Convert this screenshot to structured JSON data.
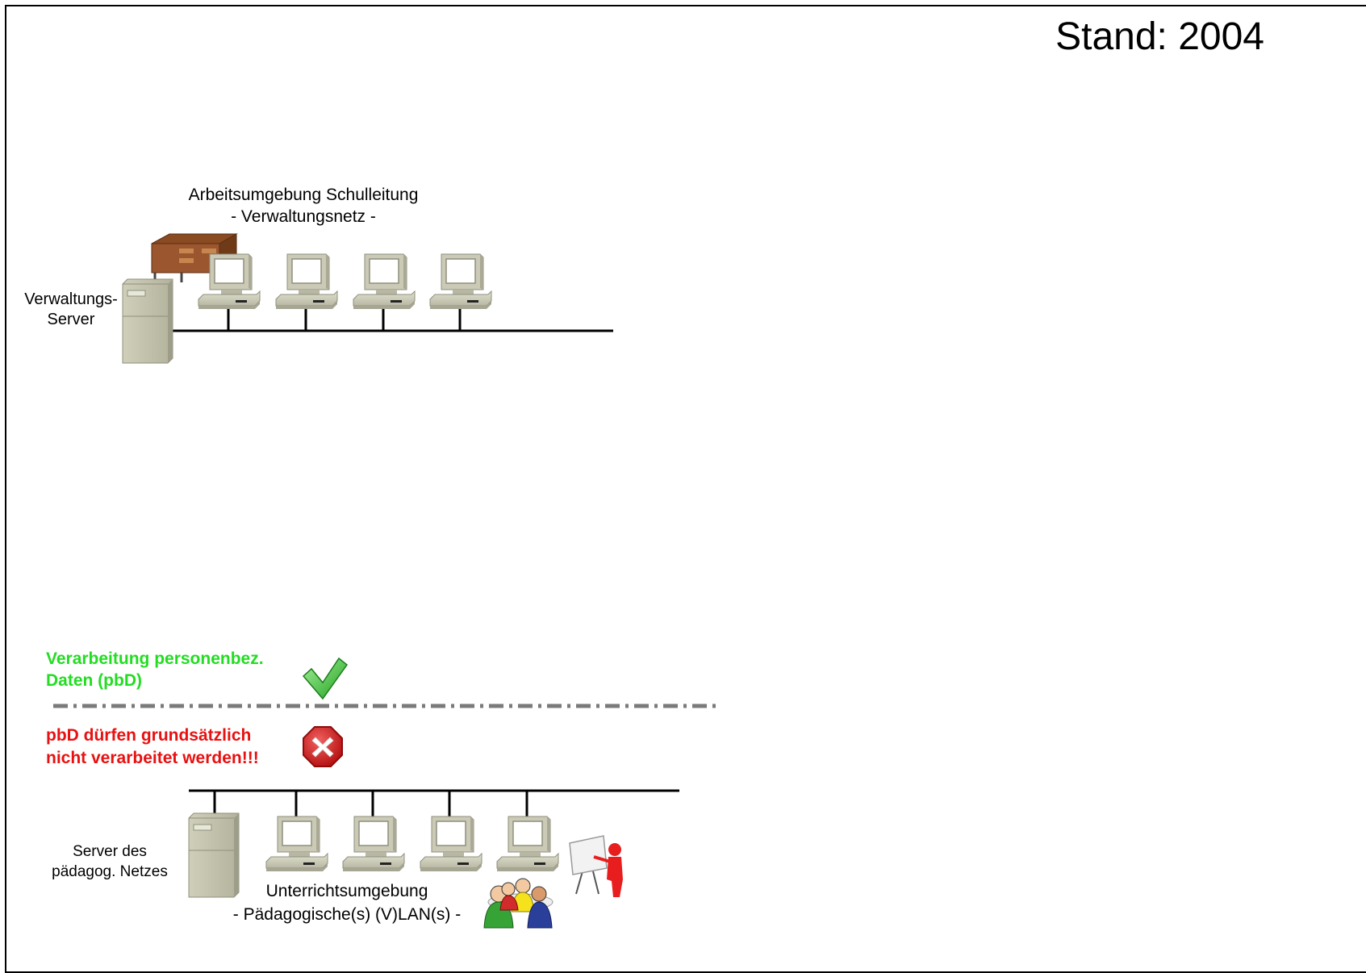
{
  "stand": "Stand: 2004",
  "admin_network": {
    "title": "Arbeitsumgebung Schulleitung",
    "subtitle": "- Verwaltungsnetz -",
    "server_label_line1": "Verwaltungs-",
    "server_label_line2": "Server"
  },
  "allowed": {
    "line1": "Verarbeitung personenbez.",
    "line2": "Daten (pbD)",
    "icon": "checkmark-icon",
    "color": "#22dd22"
  },
  "forbidden": {
    "line1": "pbD dürfen grundsätzlich",
    "line2": "nicht verarbeitet werden!!!",
    "icon": "stop-x-icon",
    "color": "#e81010"
  },
  "pedagogical_network": {
    "title": "Unterrichtsumgebung",
    "subtitle": "- Pädagogische(s) (V)LAN(s) -",
    "server_label_line1": "Server des",
    "server_label_line2": "pädagog. Netzes"
  }
}
